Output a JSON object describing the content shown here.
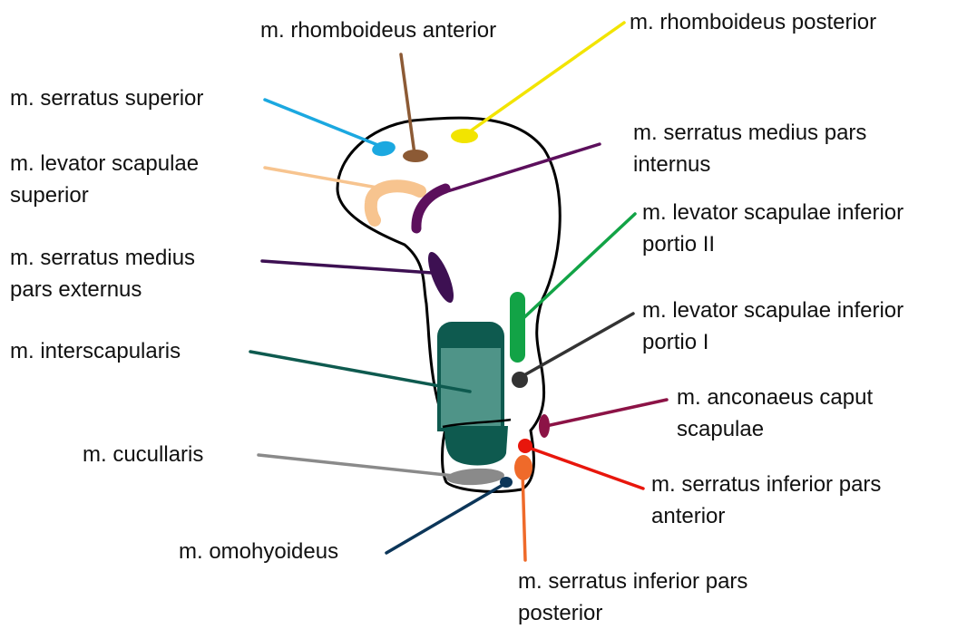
{
  "labels": {
    "rhomboideus_anterior": "m. rhomboideus anterior",
    "rhomboideus_posterior": "m. rhomboideus posterior",
    "serratus_superior": "m. serratus superior",
    "levator_scapulae_superior": [
      "m. levator scapulae",
      "superior"
    ],
    "serratus_medius_pars_internus": [
      "m. serratus medius pars",
      "internus"
    ],
    "levator_scapulae_inferior_portio_II": [
      "m. levator scapulae inferior",
      "portio II"
    ],
    "serratus_medius_pars_externus": [
      "m. serratus medius",
      "pars externus"
    ],
    "levator_scapulae_inferior_portio_I": [
      "m. levator scapulae inferior",
      "portio I"
    ],
    "interscapularis": "m. interscapularis",
    "anconaeus_caput_scapulae": [
      "m. anconaeus caput",
      "scapulae"
    ],
    "cucullaris": "m. cucullaris",
    "serratus_inferior_pars_anterior": [
      "m. serratus inferior pars",
      "anterior"
    ],
    "omohyoideus": "m. omohyoideus",
    "serratus_inferior_pars_posterior": [
      "m. serratus inferior pars",
      "posterior"
    ]
  },
  "colors": {
    "rhomboideus_anterior": "#8c5a35",
    "rhomboideus_posterior": "#f2e400",
    "serratus_superior": "#1ba8e0",
    "levator_scapulae_superior": "#f7c48f",
    "serratus_medius_pars_internus": "#5c0f5c",
    "serratus_medius_pars_externus": "#3d1052",
    "levator_scapulae_inferior_portio_II": "#12a346",
    "levator_scapulae_inferior_portio_I": "#333333",
    "interscapularis_dark": "#0e5a4f",
    "interscapularis_light": "#4f9488",
    "anconaeus_caput_scapulae": "#8c1346",
    "cucullaris": "#8a8a8a",
    "serratus_inferior_pars_anterior": "#e8160c",
    "omohyoideus": "#0c3659",
    "serratus_inferior_pars_posterior": "#ef6a2a",
    "outline": "#000000"
  }
}
